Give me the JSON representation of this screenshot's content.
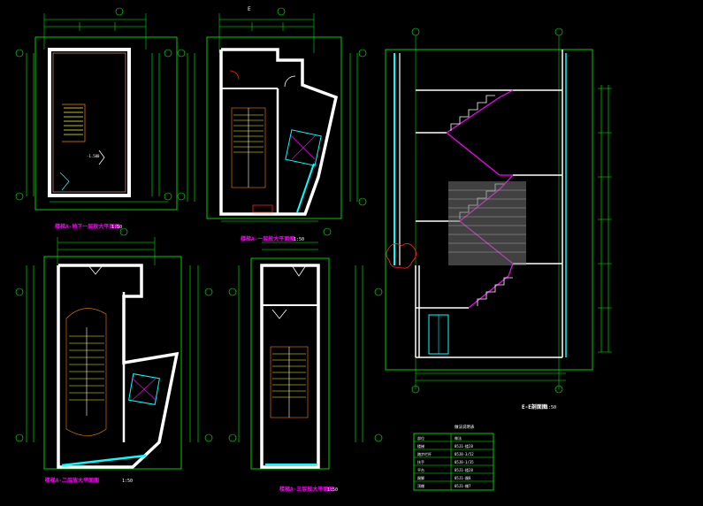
{
  "colors": {
    "background": "#000000",
    "wall": "#ffffff",
    "dimension": "#00ff00",
    "stair": "#ffff00",
    "cyan": "#00ffff",
    "magenta": "#ff00ff",
    "orange": "#ff8000",
    "red": "#ff2020",
    "hatch": "#b8b8b8"
  },
  "drawings": {
    "plan_b1": {
      "title": "楼梯A-地下一层放大平面图",
      "scale": "1:50"
    },
    "plan_f1": {
      "title": "楼梯A-一层放大平面图",
      "scale": "1:50",
      "section_mark": "E"
    },
    "plan_f2": {
      "title": "楼梯A-二层放大平面图",
      "scale": "1:50"
    },
    "plan_f3": {
      "title": "楼梯A-三层放大平面图",
      "scale": "1:50"
    },
    "section_ee": {
      "title": "E-E剖面图",
      "scale": "1:50"
    }
  },
  "schedule": {
    "header": "做法说明表",
    "columns": [
      "部位",
      "做法"
    ],
    "rows": [
      [
        "楼梯",
        "05J1-楼28"
      ],
      [
        "踏步栏杆",
        "05J8-3/52"
      ],
      [
        "扶手",
        "05J8-1/35"
      ],
      [
        "平台",
        "05J1-楼28"
      ],
      [
        "踢脚",
        "05J1-踢8"
      ],
      [
        "顶棚",
        "05J1-棚7"
      ]
    ]
  }
}
